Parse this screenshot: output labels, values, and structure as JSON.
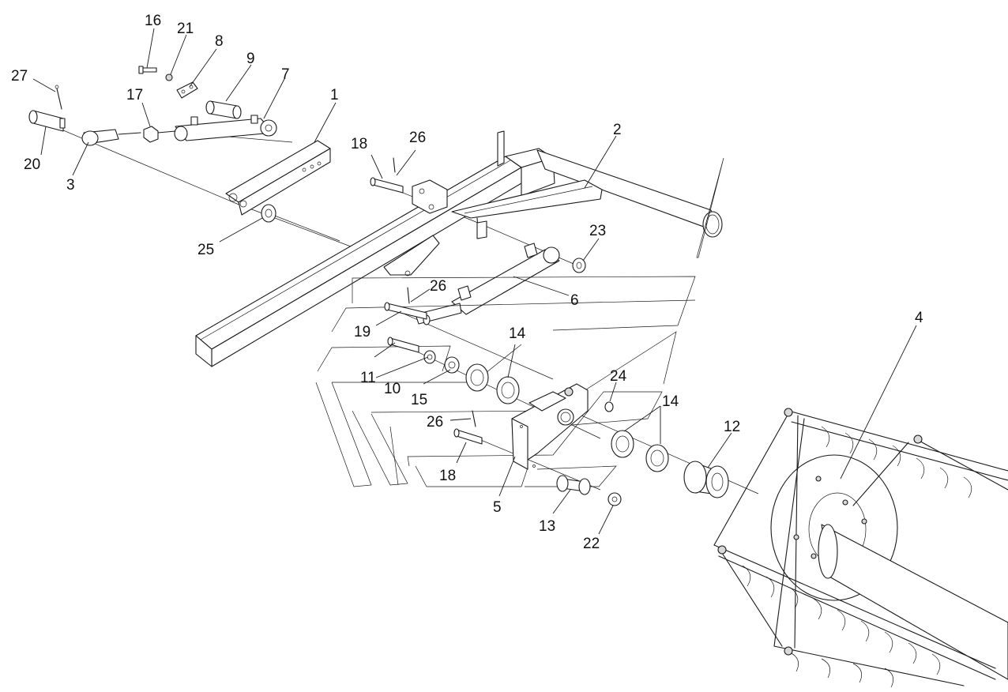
{
  "callouts": {
    "c1": "1",
    "c2": "2",
    "c3": "3",
    "c4": "4",
    "c5": "5",
    "c6": "6",
    "c7": "7",
    "c8": "8",
    "c9": "9",
    "c10": "10",
    "c11": "11",
    "c12": "12",
    "c13": "13",
    "c14a": "14",
    "c14b": "14",
    "c15": "15",
    "c16": "16",
    "c17": "17",
    "c18a": "18",
    "c18b": "18",
    "c19": "19",
    "c20": "20",
    "c21": "21",
    "c22": "22",
    "c23": "23",
    "c24": "24",
    "c25": "25",
    "c26a": "26",
    "c26b": "26",
    "c26c": "26",
    "c27": "27"
  }
}
